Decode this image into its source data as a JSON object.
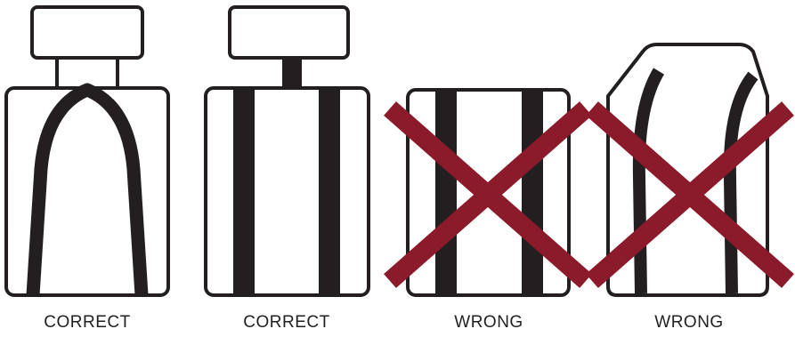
{
  "colors": {
    "outline": "#231f20",
    "strap": "#231f20",
    "cross": "#8b1a2b",
    "background": "#ffffff"
  },
  "panels": [
    {
      "caption": "CORRECT",
      "status": "correct"
    },
    {
      "caption": "CORRECT",
      "status": "correct"
    },
    {
      "caption": "WRONG",
      "status": "wrong"
    },
    {
      "caption": "WRONG",
      "status": "wrong"
    }
  ]
}
